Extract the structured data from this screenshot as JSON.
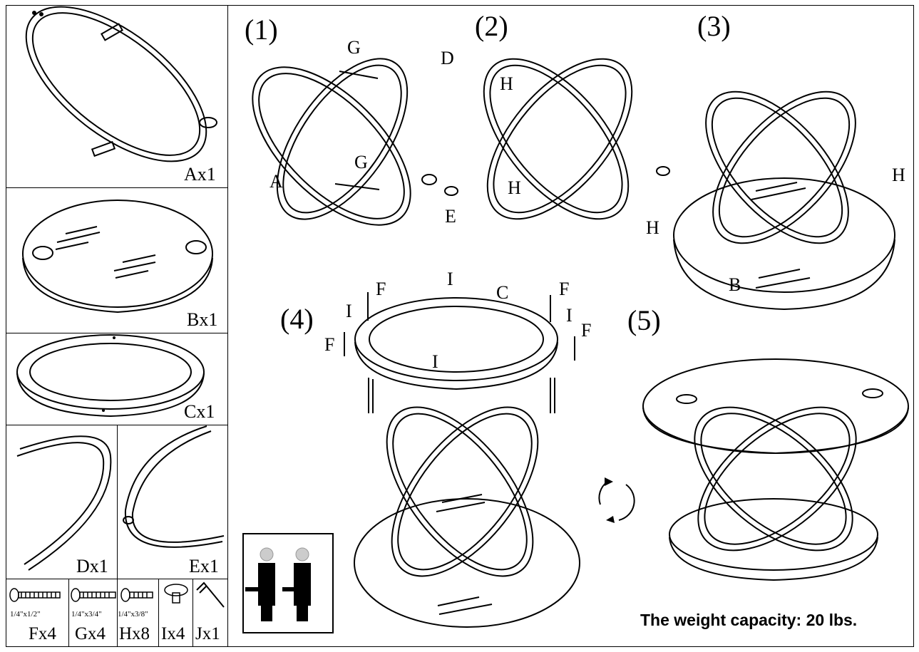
{
  "parts": {
    "a": "Ax1",
    "b": "Bx1",
    "c": "Cx1",
    "d": "Dx1",
    "e": "Ex1"
  },
  "hardware": {
    "f": {
      "label": "Fx4",
      "size": "1/4\"x1/2\""
    },
    "g": {
      "label": "Gx4",
      "size": "1/4\"x3/4\""
    },
    "h": {
      "label": "Hx8",
      "size": "1/4\"x3/8\""
    },
    "i": {
      "label": "Ix4"
    },
    "j": {
      "label": "Jx1"
    }
  },
  "steps": {
    "s1": "(1)",
    "s2": "(2)",
    "s3": "(3)",
    "s4": "(4)",
    "s5": "(5)"
  },
  "letters": {
    "A": "A",
    "B": "B",
    "C": "C",
    "D": "D",
    "E": "E",
    "F": "F",
    "G": "G",
    "H": "H",
    "I": "I"
  },
  "weight_capacity": "The weight capacity: 20 lbs."
}
